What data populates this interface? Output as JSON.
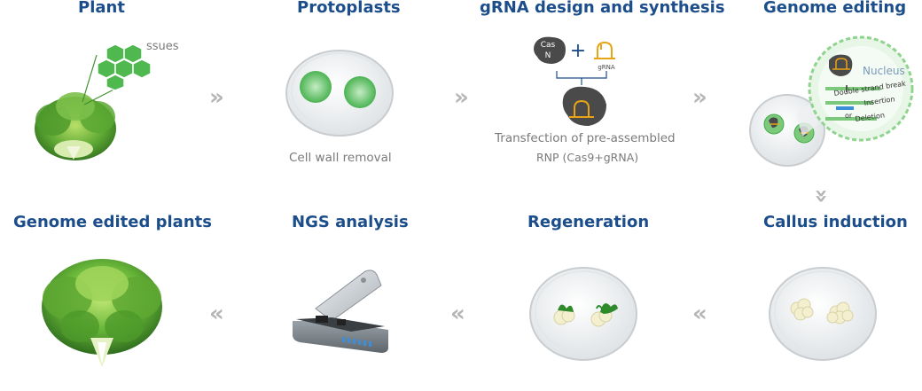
{
  "stages": {
    "plant": {
      "title": "Plant",
      "tissue_label": "ssues"
    },
    "protoplasts": {
      "title": "Protoplasts",
      "caption": "Cell wall removal"
    },
    "grna": {
      "title": "gRNA design and synthesis",
      "cas_label_1": "Cas",
      "cas_label_2": "N",
      "grna_label": "gRNA",
      "caption_line1": "Transfection of  pre-assembled",
      "caption_line2": "RNP (Cas9+gRNA)"
    },
    "editing": {
      "title": "Genome editing",
      "nucleus_label": "Nucleus",
      "dsb_label": "Double strand break",
      "insertion_label": "Insertion",
      "or_label": "or",
      "deletion_label": "Deletion"
    },
    "callus": {
      "title": "Callus induction"
    },
    "regeneration": {
      "title": "Regeneration"
    },
    "ngs": {
      "title": "NGS analysis"
    },
    "edited": {
      "title": "Genome edited plants"
    }
  },
  "arrows": {
    "right": "»",
    "left": "«",
    "down": "»"
  },
  "colors": {
    "title": "#1d4e8c",
    "caption": "#7a7a7a",
    "arrow": "#b5b5b5",
    "leaf_green": "#3f8f2a",
    "cell_green": "#4fb84f",
    "cas_gray": "#4a4a4a",
    "grna_yellow": "#e8a317",
    "insertion_blue": "#3b8fd8"
  }
}
